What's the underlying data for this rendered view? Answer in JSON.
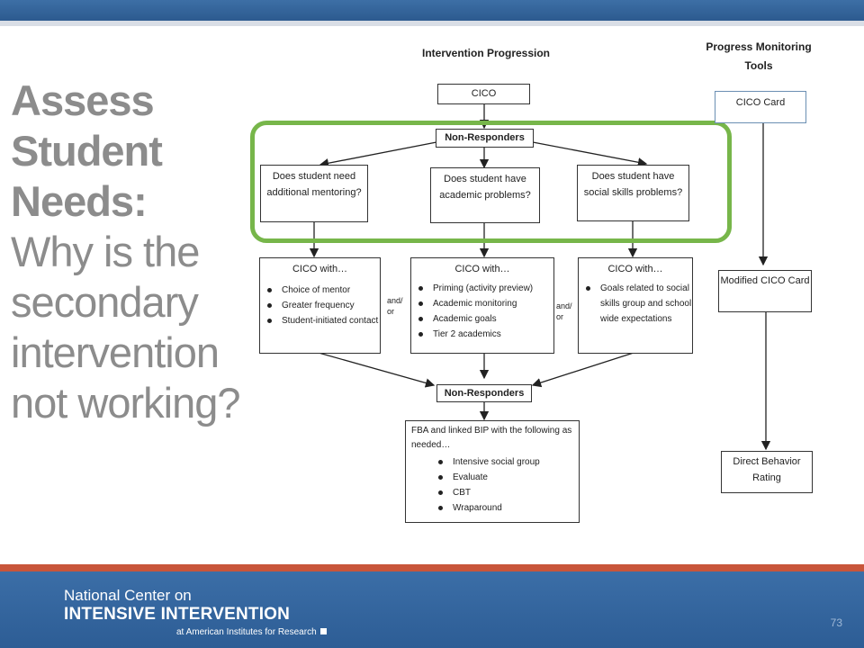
{
  "slide": {
    "title_bold": [
      "Assess",
      "Student",
      "Needs:"
    ],
    "title_light": [
      "Why is the",
      "secondary",
      "intervention",
      "not working?"
    ],
    "page_number": "73"
  },
  "diagram": {
    "heading_left": "Intervention Progression",
    "heading_right": "Progress Monitoring Tools",
    "cico": "CICO",
    "non_responders_1": "Non-Responders",
    "q1": "Does student need additional mentoring?",
    "q2": "Does student have academic problems?",
    "q3": "Does student have social skills problems?",
    "cico_with_1": {
      "title": "CICO with…",
      "items": [
        "Choice of mentor",
        "Greater frequency",
        "Student-initiated contact"
      ]
    },
    "cico_with_2": {
      "title": "CICO with…",
      "items": [
        "Priming (activity preview)",
        "Academic monitoring",
        "Academic goals",
        "Tier 2 academics"
      ]
    },
    "cico_with_3": {
      "title": "CICO with…",
      "items": [
        "Goals related to social skills group and school wide expectations"
      ]
    },
    "and_or_1": "and/ or",
    "and_or_2": "and/ or",
    "non_responders_2": "Non-Responders",
    "fba": {
      "title": "FBA and linked BIP with the following as needed…",
      "items": [
        "Intensive social group",
        "Evaluate",
        "CBT",
        "Wraparound"
      ]
    },
    "pm_cico_card": "CICO Card",
    "pm_modified": "Modified CICO Card",
    "pm_dbr": "Direct Behavior Rating"
  },
  "footer": {
    "line1": "National Center on",
    "line2": "INTENSIVE INTERVENTION",
    "line3": "at American Institutes for Research"
  },
  "colors": {
    "highlight": "#77b64a",
    "footer_blue": "#2d5d95",
    "accent_orange": "#c8553a",
    "title_gray": "#8c8c8c"
  }
}
